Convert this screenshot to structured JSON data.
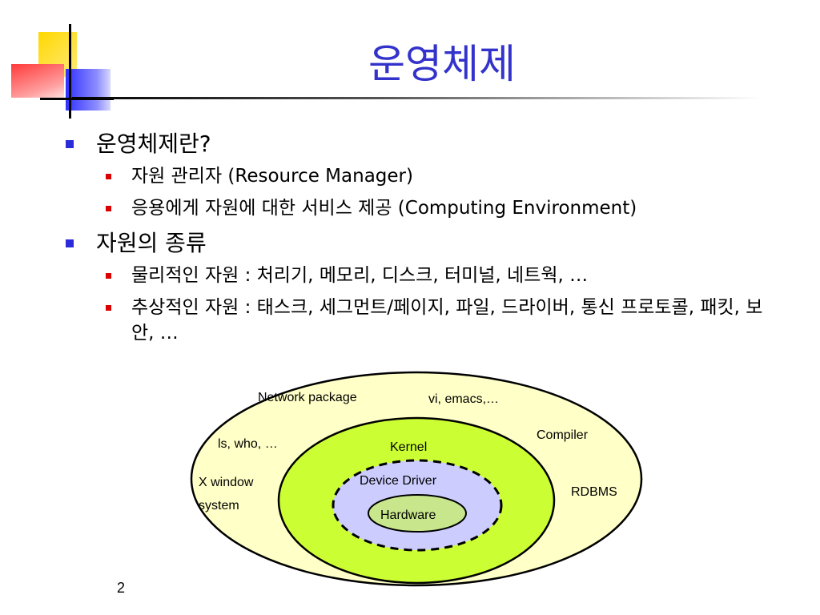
{
  "slide": {
    "title": "운영체제",
    "page_number": "2"
  },
  "bullets": [
    {
      "text": "운영체제란?",
      "children": [
        "자원 관리자 (Resource Manager)",
        "응용에게 자원에 대한 서비스 제공 (Computing Environment)"
      ]
    },
    {
      "text": "자원의 종류",
      "children": [
        "물리적인 자원 : 처리기, 메모리, 디스크, 터미널, 네트웍, …",
        "추상적인 자원 : 태스크, 세그먼트/페이지, 파일, 드라이버, 통신 프로토콜, 패킷, 보안, …"
      ]
    }
  ],
  "diagram": {
    "outer_labels": [
      "Network package",
      "vi, emacs,…",
      "ls, who, …",
      "Compiler",
      "X window",
      "system",
      "RDBMS"
    ],
    "kernel_label": "Kernel",
    "driver_label": "Device Driver",
    "hardware_label": "Hardware",
    "colors": {
      "outer_fill": "#ffffc8",
      "kernel_fill": "#ccff33",
      "driver_fill": "#ccccff",
      "hardware_fill": "#c8e68c",
      "title_color": "#3333cc",
      "bullet_l1": "#2b2bd9",
      "bullet_l2": "#d90000"
    }
  }
}
